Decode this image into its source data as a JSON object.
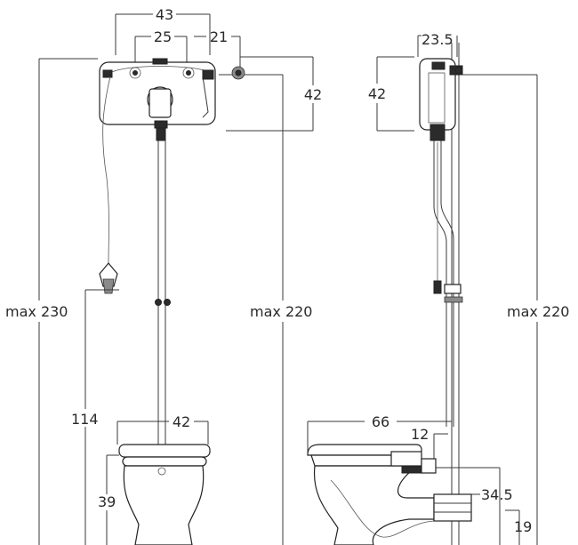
{
  "front_view": {
    "cistern_width": "43",
    "inlet_spacing": "25",
    "side_offset": "21",
    "cistern_height": "42",
    "max_height_chain": "max 230",
    "max_height_cistern": "max 220",
    "chain_pull_height": "114",
    "bowl_width": "42",
    "bowl_height": "39"
  },
  "side_view": {
    "cistern_depth": "23.5",
    "cistern_height": "42",
    "max_height": "max 220",
    "bowl_depth": "66",
    "pipe_offset": "12",
    "outlet_height": "34.5",
    "outlet_offset": "19"
  }
}
